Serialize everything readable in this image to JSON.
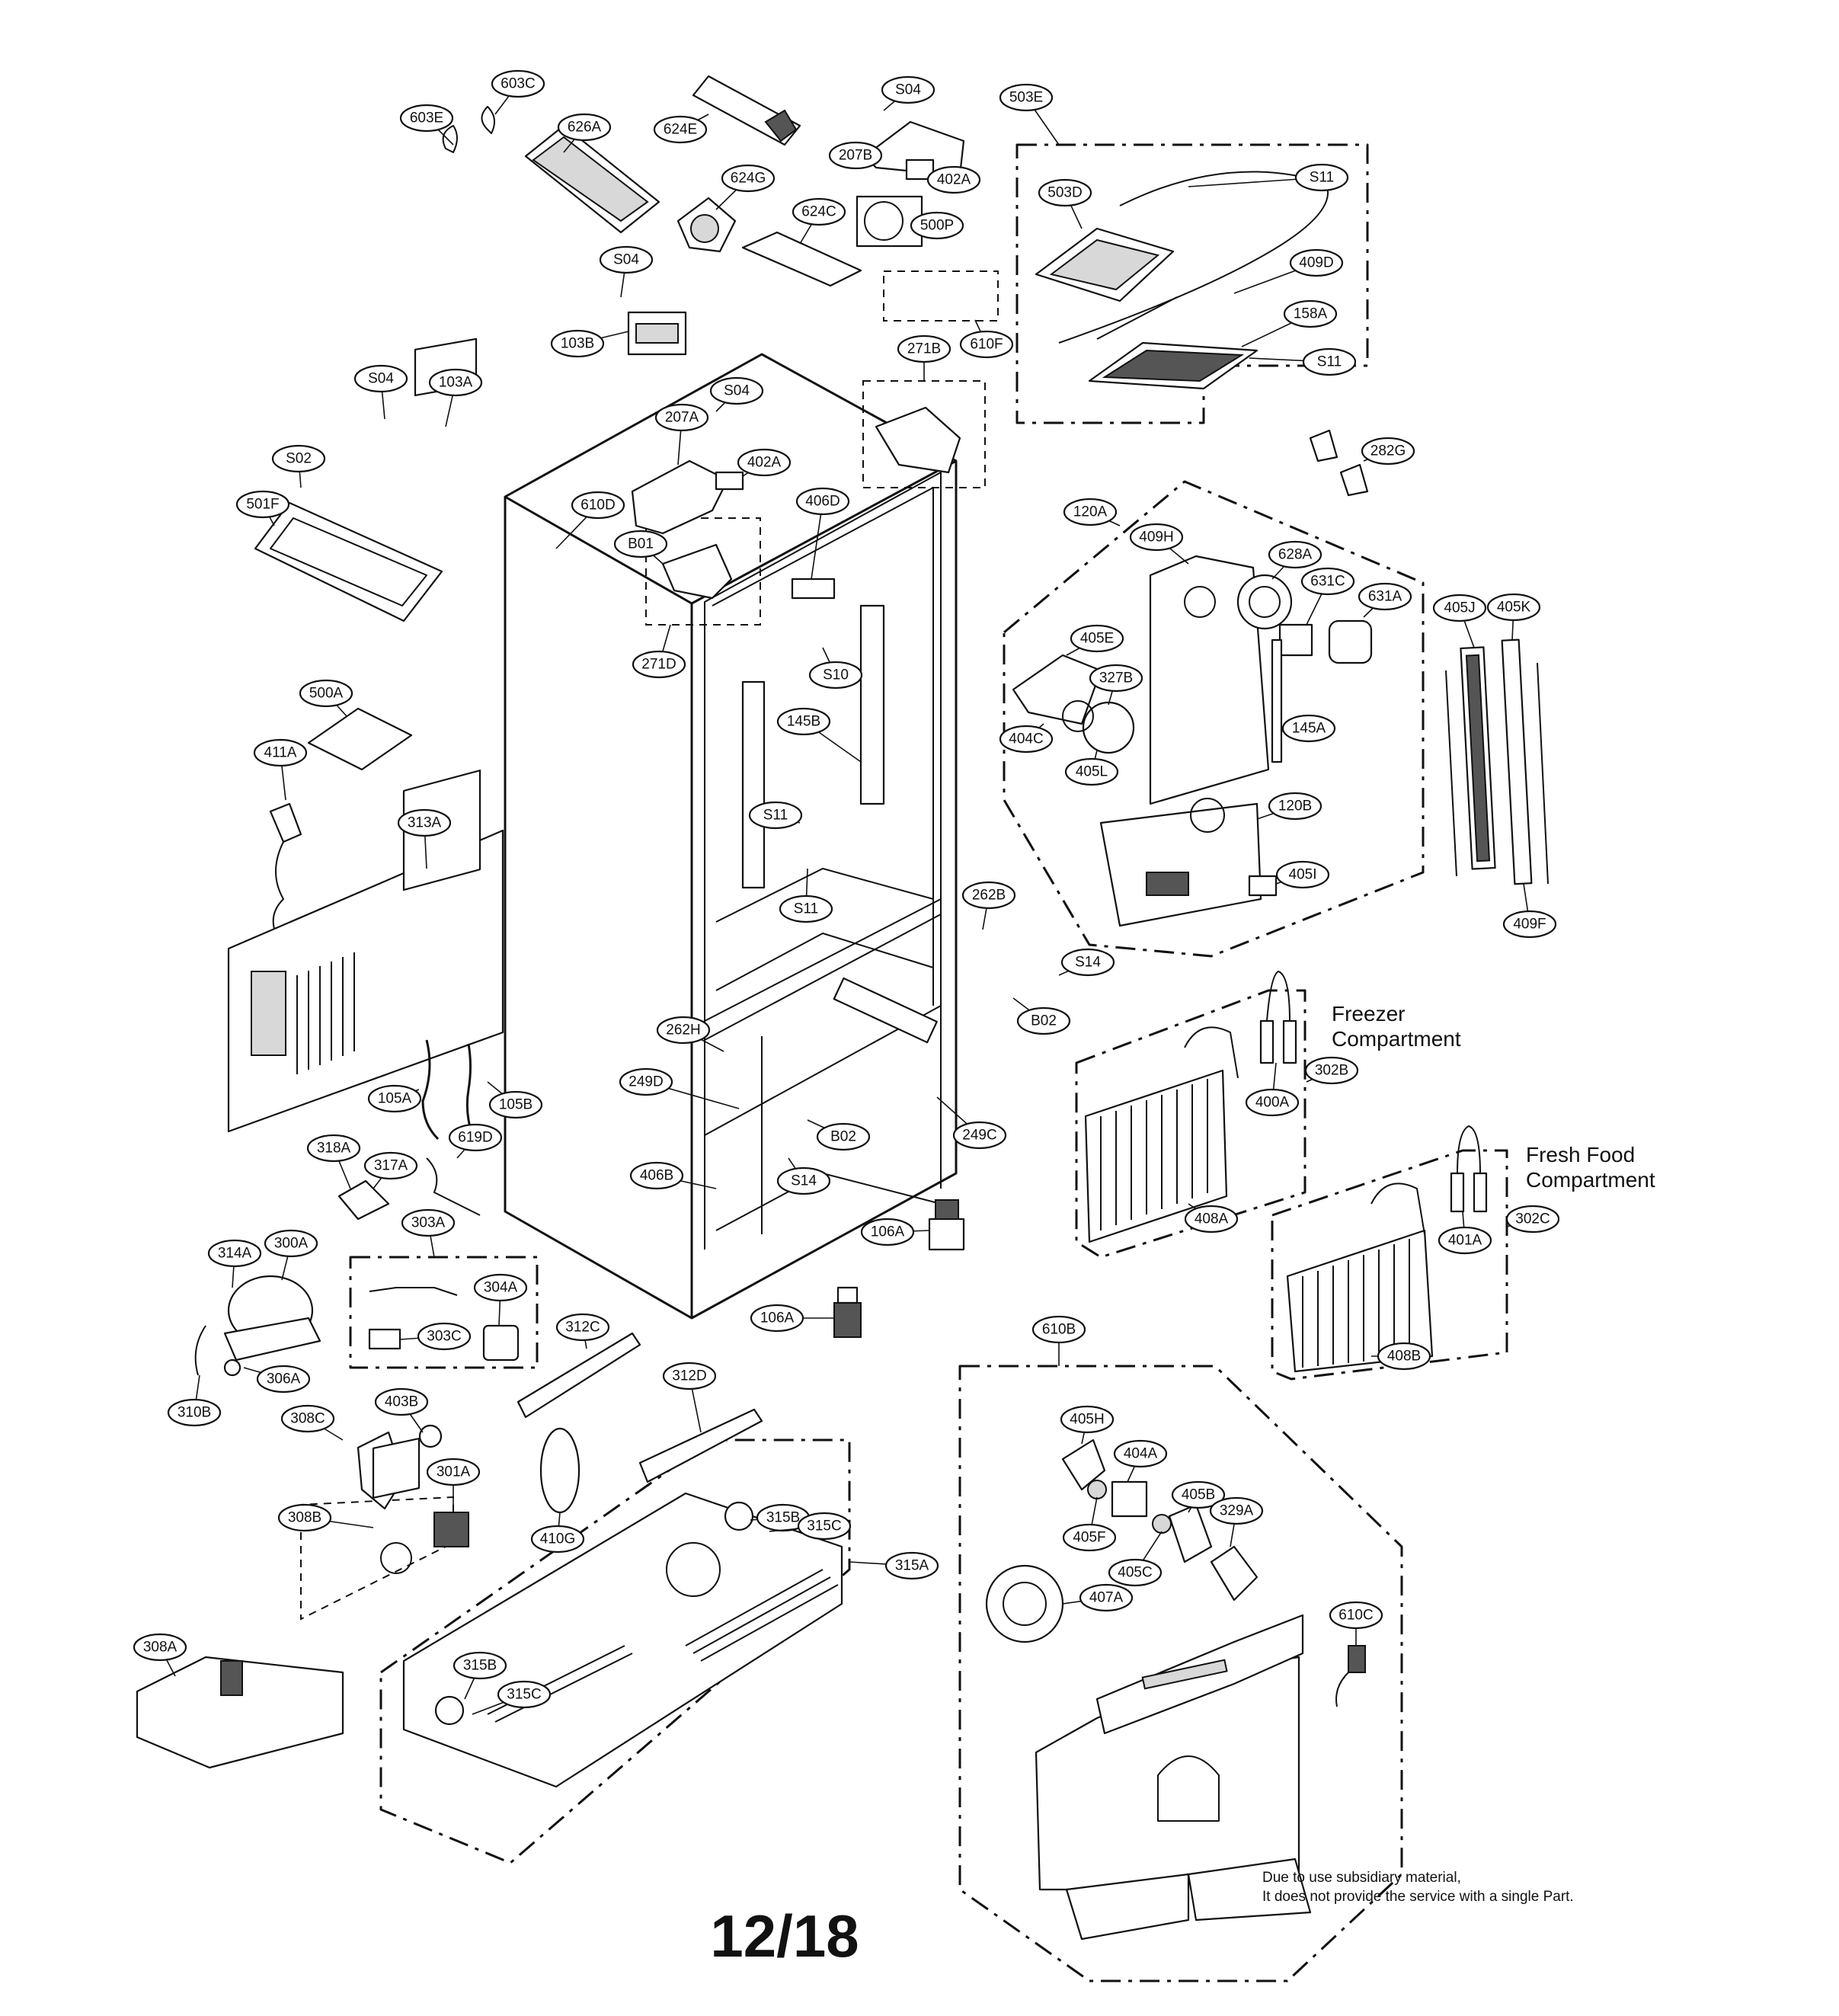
{
  "page_number": "12/18",
  "annotations": {
    "freezer_line1": "Freezer",
    "freezer_line2": "Compartment",
    "fresh_line1": "Fresh Food",
    "fresh_line2": "Compartment",
    "note_line1": "Due to use subsidiary material,",
    "note_line2": "It does not provide the service with a single Part."
  },
  "part_labels": {
    "l603E": "603E",
    "l603C": "603C",
    "l626A": "626A",
    "l624E": "624E",
    "lS04a": "S04",
    "l207B": "207B",
    "l402Aa": "402A",
    "l624G": "624G",
    "l624C": "624C",
    "l500P": "500P",
    "l503E": "503E",
    "l503D": "503D",
    "lS11a": "S11",
    "l409D": "409D",
    "l158A": "158A",
    "lS11b": "S11",
    "lS04b": "S04",
    "l103B": "103B",
    "l610F": "610F",
    "l271B": "271B",
    "lS04c": "S04",
    "l103A": "103A",
    "lS04d": "S04",
    "l207A": "207A",
    "l402Ab": "402A",
    "lS02": "S02",
    "l501F": "501F",
    "l610D": "610D",
    "lB01": "B01",
    "l406D": "406D",
    "l282G": "282G",
    "l120A": "120A",
    "l409H": "409H",
    "l628A": "628A",
    "l631C": "631C",
    "l631A": "631A",
    "l405J": "405J",
    "l405K": "405K",
    "l405E": "405E",
    "l327B": "327B",
    "l404C": "404C",
    "l405L": "405L",
    "l145Aa": "145A",
    "l120B": "120B",
    "l405I": "405I",
    "l409F": "409F",
    "l271D": "271D",
    "lS10": "S10",
    "l500A": "500A",
    "l145B": "145B",
    "l411A": "411A",
    "lS11c": "S11",
    "l313A": "313A",
    "lS11d": "S11",
    "l262B": "262B",
    "lS14a": "S14",
    "lB02a": "B02",
    "l262H": "262H",
    "l249D": "249D",
    "lB02b": "B02",
    "l249C": "249C",
    "l406B": "406B",
    "lS14b": "S14",
    "l105A": "105A",
    "l105B": "105B",
    "l318A": "318A",
    "l317A": "317A",
    "l619D": "619D",
    "l303A": "303A",
    "l314A": "314A",
    "l300A": "300A",
    "l304A": "304A",
    "l303C": "303C",
    "l306A": "306A",
    "l310B": "310B",
    "l106Aa": "106A",
    "l106Ab": "106A",
    "l400A": "400A",
    "l302B": "302B",
    "l408A": "408A",
    "l401A": "401A",
    "l302C": "302C",
    "l408B": "408B",
    "l312C": "312C",
    "l312D": "312D",
    "l610B": "610B",
    "l308C": "308C",
    "l403B": "403B",
    "l301A": "301A",
    "l308B": "308B",
    "l410G": "410G",
    "l315Ba": "315B",
    "l315Ca": "315C",
    "l315A": "315A",
    "l405H": "405H",
    "l404A": "404A",
    "l405B": "405B",
    "l329A": "329A",
    "l405F": "405F",
    "l405C": "405C",
    "l407A": "407A",
    "l610C": "610C",
    "l308A": "308A",
    "l315Bb": "315B",
    "l315Cb": "315C"
  }
}
